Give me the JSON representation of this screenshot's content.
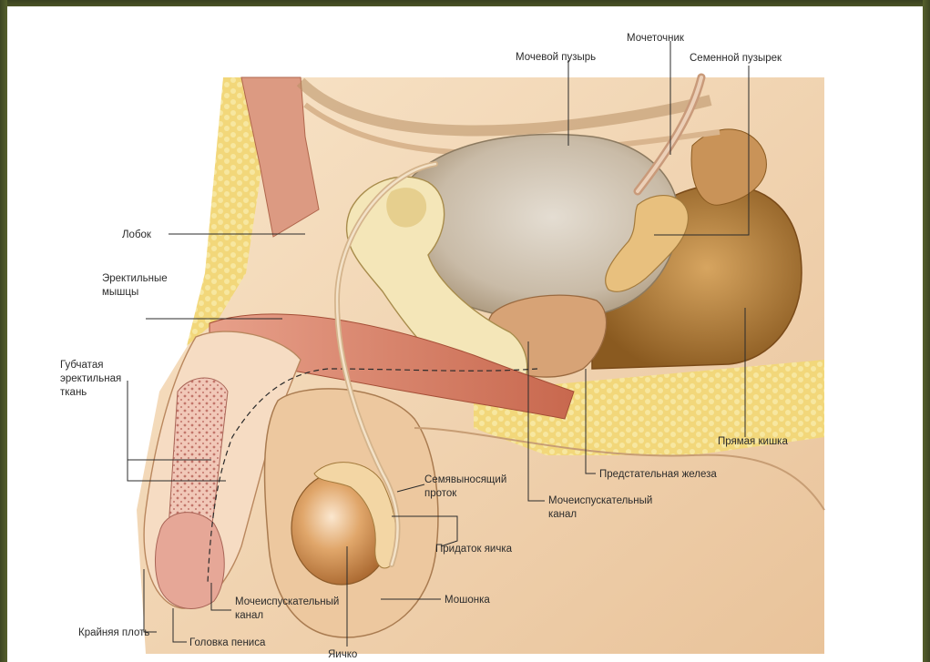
{
  "diagram": {
    "labels": {
      "ureter": "Мочеточник",
      "bladder": "Мочевой пузырь",
      "seminal_vesicle": "Семенной пузырек",
      "pubis": "Лобок",
      "erectile_muscles_1": "Эректильные",
      "erectile_muscles_2": "мышцы",
      "spongy_tissue_1": "Губчатая",
      "spongy_tissue_2": "эректильная",
      "spongy_tissue_3": "ткань",
      "rectum": "Прямая кишка",
      "prostate": "Предстательная железа",
      "vas_deferens_1": "Семявыносящий",
      "vas_deferens_2": "проток",
      "urethra_upper_1": "Мочеиспускательный",
      "urethra_upper_2": "канал",
      "epididymis": "Придаток яичка",
      "scrotum": "Мошонка",
      "urethra_lower_1": "Мочеиспускательный",
      "urethra_lower_2": "канал",
      "foreskin": "Крайняя плоть",
      "glans": "Головка пениса",
      "testis": "Яичко"
    }
  }
}
